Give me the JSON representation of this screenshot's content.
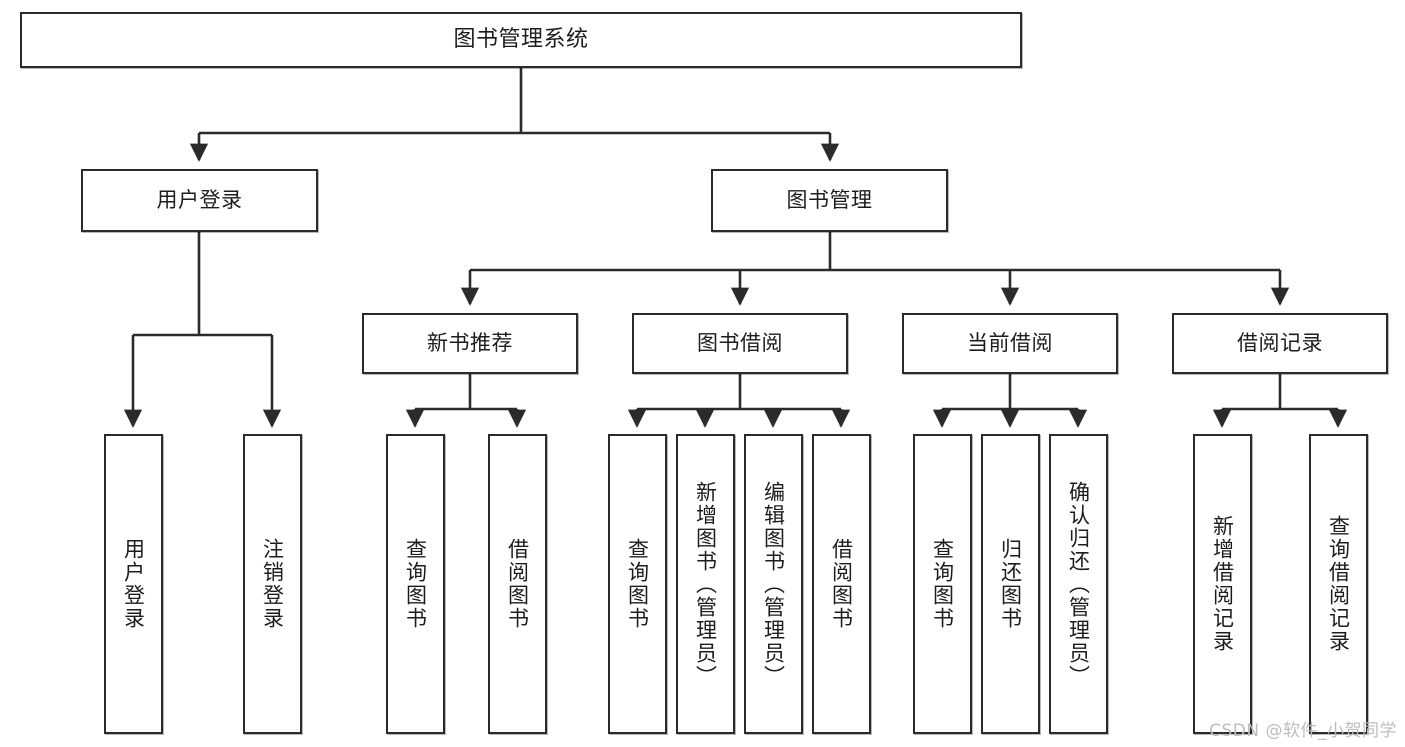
{
  "diagram": {
    "title": "图书管理系统",
    "type": "tree",
    "watermark": "CSDN @软件_小贺同学",
    "colors": {
      "box_border": "#2b2b2b",
      "box_fill": "#ffffff",
      "line": "#2b2b2b",
      "text": "#1d1d1d",
      "watermark": "#bdbdbd",
      "background": "#ffffff"
    },
    "nodes": {
      "root": {
        "label": "图书管理系统"
      },
      "level2": [
        {
          "label": "用户登录"
        },
        {
          "label": "图书管理"
        }
      ],
      "level3": [
        {
          "label": "新书推荐"
        },
        {
          "label": "图书借阅"
        },
        {
          "label": "当前借阅"
        },
        {
          "label": "借阅记录"
        }
      ],
      "leaves": {
        "user_login": [
          {
            "label": "用户登录"
          },
          {
            "label": "注销登录"
          }
        ],
        "new_book": [
          {
            "label": "查询图书"
          },
          {
            "label": "借阅图书"
          }
        ],
        "book_borrow": [
          {
            "label": "查询图书"
          },
          {
            "label": "新增图书（管理员）"
          },
          {
            "label": "编辑图书（管理员）"
          },
          {
            "label": "借阅图书"
          }
        ],
        "current_borrow": [
          {
            "label": "查询图书"
          },
          {
            "label": "归还图书"
          },
          {
            "label": "确认归还（管理员）"
          }
        ],
        "borrow_record": [
          {
            "label": "新增借阅记录"
          },
          {
            "label": "查询借阅记录"
          }
        ]
      }
    }
  }
}
